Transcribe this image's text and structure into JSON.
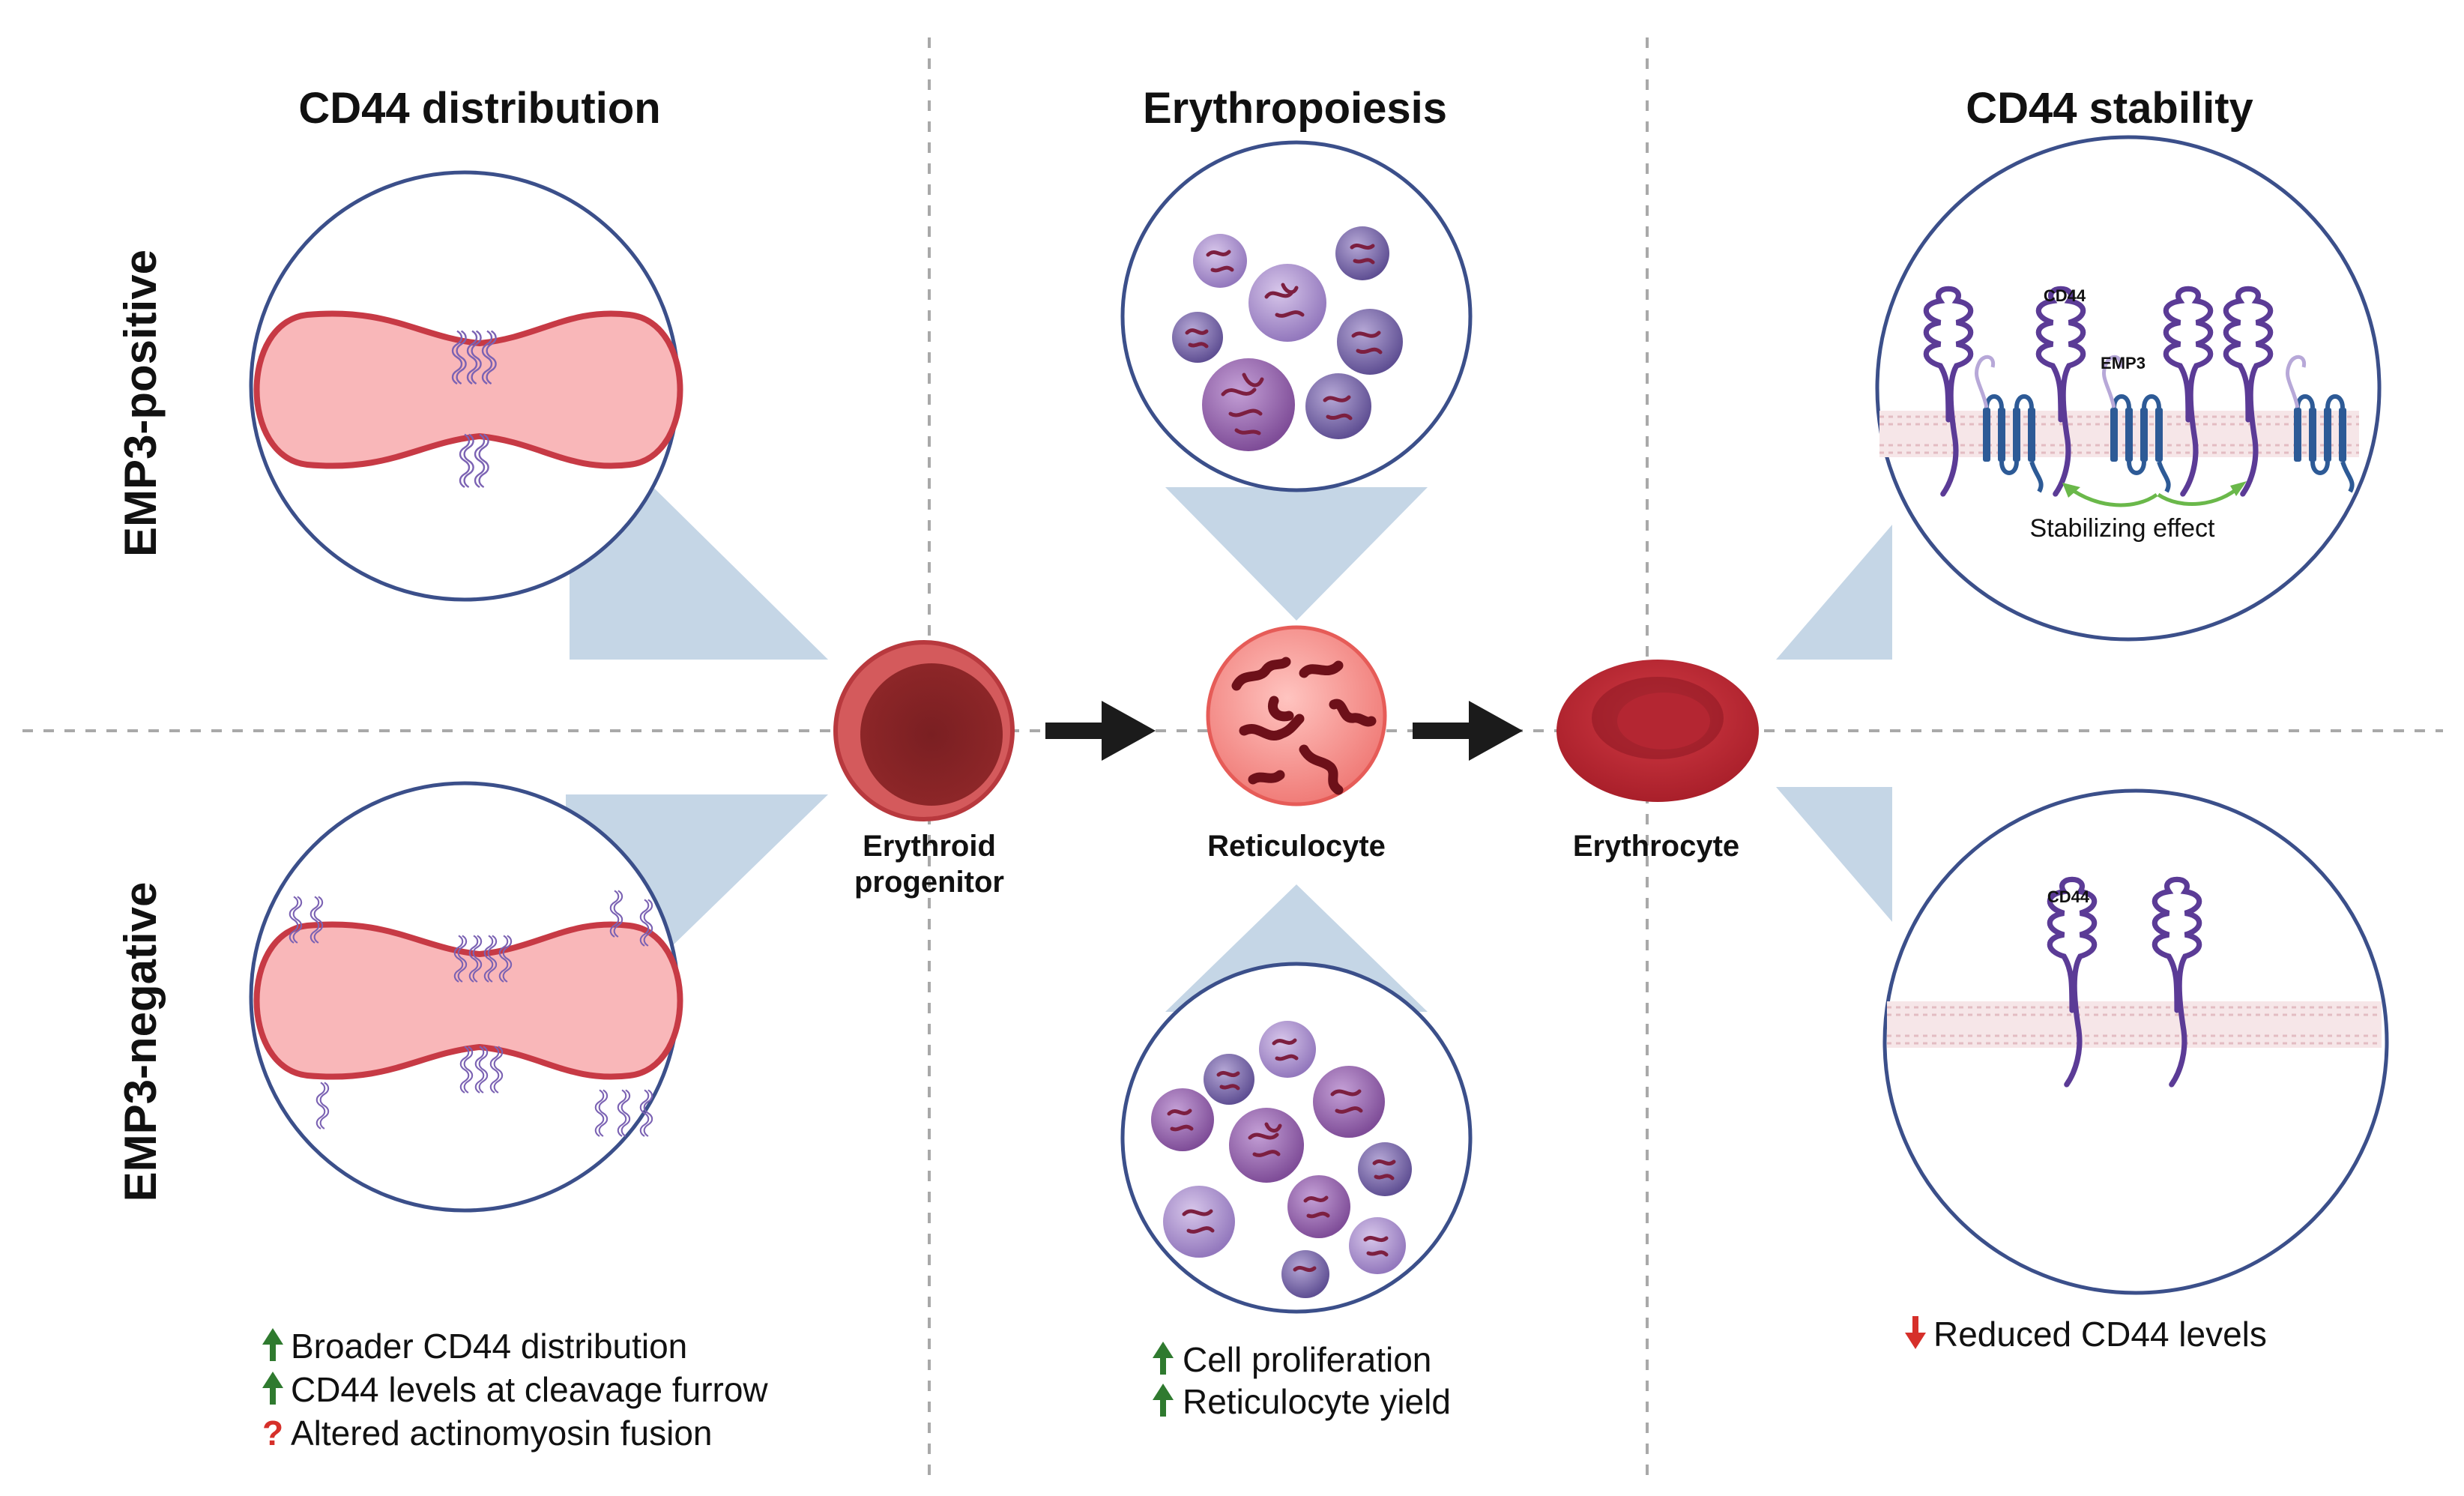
{
  "headers": {
    "col1": "CD44 distribution",
    "col2": "Erythropoiesis",
    "col3": "CD44 stability"
  },
  "rows": {
    "top": "EMP3-positive",
    "bottom": "EMP3-negative"
  },
  "cells": {
    "progenitor_line1": "Erythroid",
    "progenitor_line2": "progenitor",
    "reticulocyte": "Reticulocyte",
    "erythrocyte": "Erythrocyte"
  },
  "stability_top": {
    "cd44": "CD44",
    "emp3": "EMP3",
    "effect": "Stabilizing effect"
  },
  "stability_bottom": {
    "cd44": "CD44"
  },
  "notes": {
    "distribution": [
      {
        "mark": "up",
        "text": "Broader CD44 distribution"
      },
      {
        "mark": "up",
        "text": "CD44 levels at cleavage furrow"
      },
      {
        "mark": "question",
        "text": "Altered actinomyosin fusion"
      }
    ],
    "erythropoiesis": [
      {
        "mark": "up",
        "text": "Cell proliferation"
      },
      {
        "mark": "up",
        "text": "Reticulocyte yield"
      }
    ],
    "stability": [
      {
        "mark": "down",
        "text": "Reduced CD44 levels"
      }
    ]
  },
  "colors": {
    "circle_outline": "#3b4f8a",
    "callout": "#c5d6e6",
    "cell_pink": "#f6b8ba",
    "cell_red": "#c73a45",
    "up_arrow": "#2f7a2f",
    "down_arrow": "#d6302a",
    "protein": "#5b3b96",
    "emp3": "#2d5a96"
  }
}
